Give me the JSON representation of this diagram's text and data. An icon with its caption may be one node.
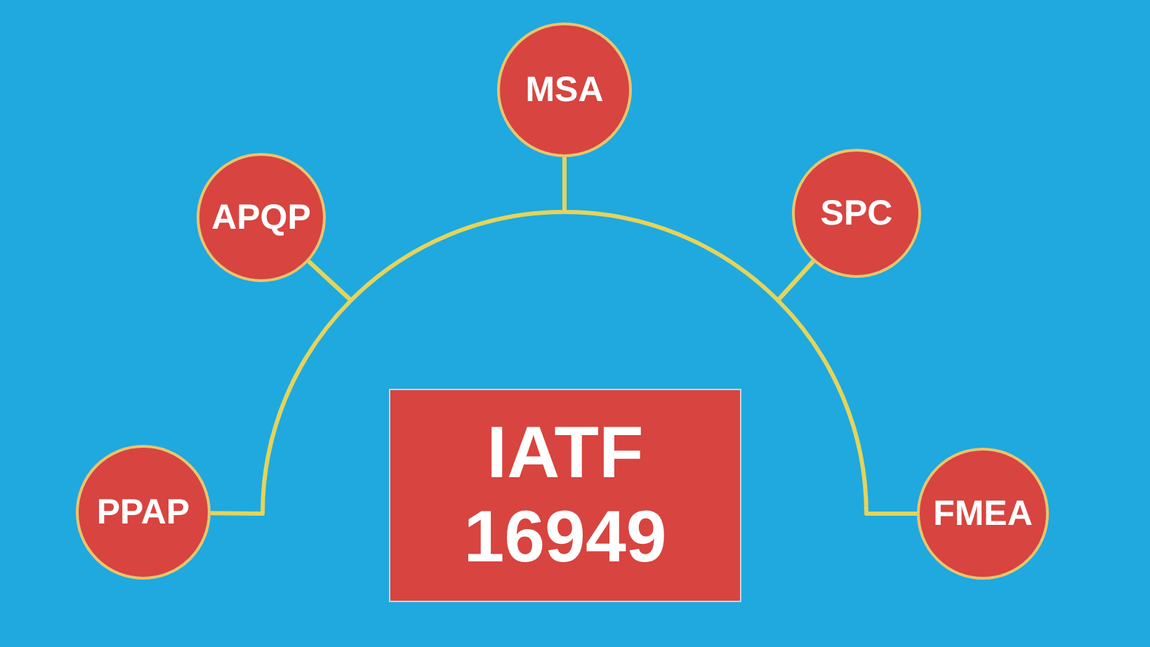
{
  "diagram": {
    "nodes": [
      {
        "text": [
          "MSA"
        ]
      },
      {
        "text": [
          "APQP"
        ]
      },
      {
        "text": [
          "SPC"
        ]
      },
      {
        "text": [
          "PPAP"
        ]
      },
      {
        "text": [
          "IATF 16949"
        ]
      },
      {
        "text": [
          "FMEA"
        ]
      }
    ],
    "edges": [
      {
        "from": 3,
        "to": 1,
        "arrow": "none"
      },
      {
        "from": 1,
        "to": 0,
        "arrow": "none"
      },
      {
        "from": 0,
        "to": 2,
        "arrow": "none"
      },
      {
        "from": 2,
        "to": 5,
        "arrow": "none"
      }
    ]
  }
}
